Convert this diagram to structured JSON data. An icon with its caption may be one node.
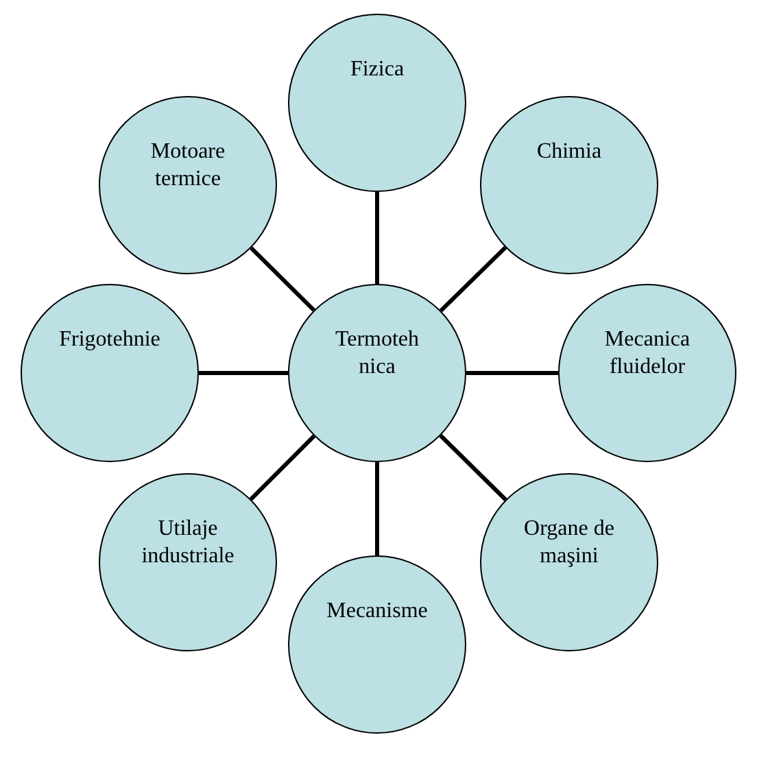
{
  "diagram": {
    "nodes": [
      {
        "text": [
          "Fizica"
        ]
      },
      {
        "text": [
          "Motoare termice"
        ]
      },
      {
        "text": [
          "Chimia"
        ]
      },
      {
        "text": [
          "Frigotehnie"
        ]
      },
      {
        "text": [
          "Termoteh nica"
        ]
      },
      {
        "text": [
          "Mecanica fluidelor"
        ]
      },
      {
        "text": [
          "Utilaje industriale"
        ]
      },
      {
        "text": [
          "Organe de maşini"
        ]
      },
      {
        "text": [
          "Mecanisme"
        ]
      }
    ],
    "edges": [
      {
        "from": 4,
        "to": 0,
        "arrow": "none"
      },
      {
        "from": 4,
        "to": 1,
        "arrow": "none"
      },
      {
        "from": 4,
        "to": 2,
        "arrow": "none"
      },
      {
        "from": 4,
        "to": 3,
        "arrow": "none"
      },
      {
        "from": 4,
        "to": 5,
        "arrow": "none"
      },
      {
        "from": 4,
        "to": 6,
        "arrow": "none"
      },
      {
        "from": 4,
        "to": 7,
        "arrow": "none"
      },
      {
        "from": 4,
        "to": 8,
        "arrow": "none"
      }
    ]
  }
}
